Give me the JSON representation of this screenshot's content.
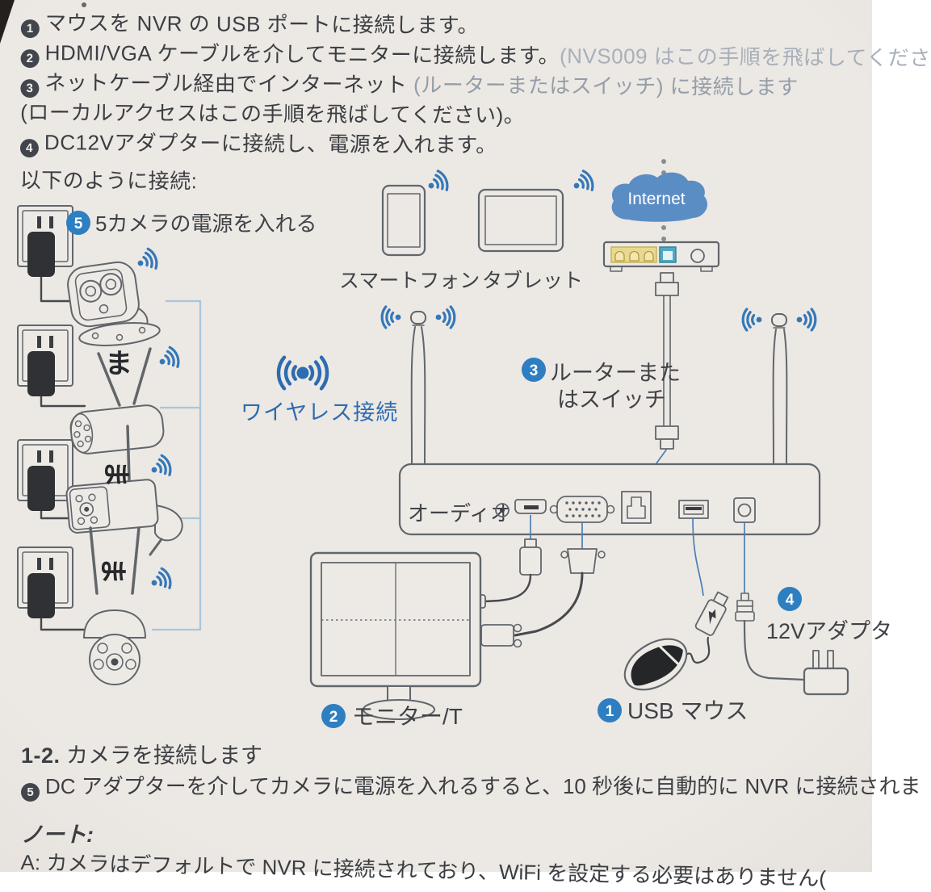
{
  "header": {
    "step1_num": "1",
    "step1": "マウスを NVR の USB ポートに接続します。",
    "step2_num": "2",
    "step2": "HDMI/VGA ケーブルを介してモニターに接続します。",
    "step2_note": "(NVS009 はこの手順を飛ばしてくださ",
    "step3_num": "3",
    "step3": "ネットケーブル経由でインターネット ",
    "step3_tail": "(ルーターまたはスイッチ) に接続します",
    "step3b": "(ローカルアクセスはこの手順を飛ばしてください)。",
    "step4_num": "4",
    "step4": "DC12Vアダプターに接続し、電源を入れます。",
    "intro": "以下のように接続:"
  },
  "diagram": {
    "power_on_num": "5",
    "power_on_label": "5カメラの電源を入れる",
    "wireless_label": "ワイヤレス接続",
    "smartphone_label": "スマートフォン",
    "tablet_label": "タブレット",
    "internet_label": "Internet",
    "router_num": "3",
    "router_label_1": "ルーターまた",
    "router_label_2": "はスイッチ",
    "audio_label": "オーディオ",
    "monitor_num": "2",
    "monitor_label": "モニター/T",
    "mouse_num": "1",
    "mouse_label": "USB マウス",
    "adapter_num": "4",
    "adapter_label": "12Vアダプタ",
    "stamp": "ま"
  },
  "footer": {
    "section_num": "1-2.",
    "section_title": " カメラを接続します",
    "step5_num": "5",
    "step5": "DC アダプターを介してカメラに電源を入れるすると、10 秒後に自動的に NVR に接続されま",
    "note_label": "ノート:",
    "note_a": "A: カメラはデフォルトで NVR に接続されており、WiFi を設定する必要はありません("
  },
  "colors": {
    "accent_blue": "#2d7fc1",
    "wifi_blue": "#3478b8",
    "cloud_blue": "#5b8dc5",
    "paper": "#e9e5e1"
  }
}
